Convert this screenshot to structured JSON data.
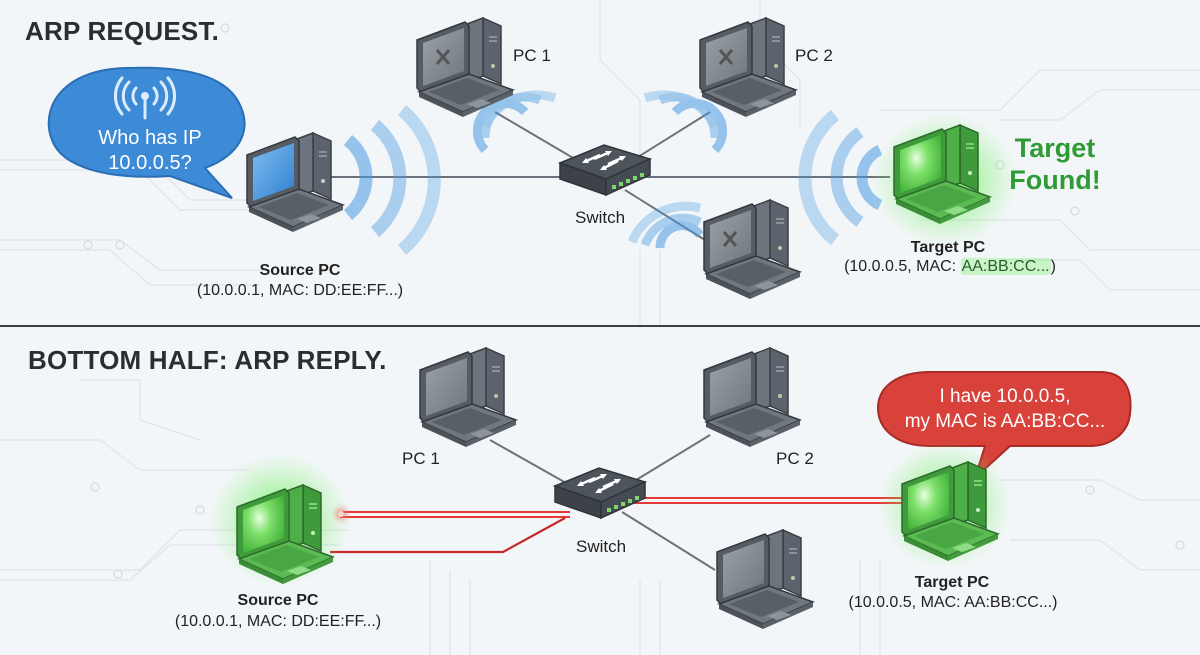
{
  "top_panel": {
    "title": "ARP REQUEST.",
    "speech_bubble": {
      "icon": "broadcast-antenna-icon",
      "line1": "Who has IP",
      "line2": "10.0.0.5?",
      "color": "#3d8ad6"
    },
    "source_pc": {
      "name": "Source PC",
      "detail": "(10.0.0.1, MAC: DD:EE:FF...)"
    },
    "pc1": {
      "name": "PC 1",
      "status": "rejected"
    },
    "pc2": {
      "name": "PC 2",
      "status": "rejected"
    },
    "pc3": {
      "status": "rejected"
    },
    "switch": {
      "name": "Switch"
    },
    "target_pc": {
      "name": "Target PC",
      "detail_prefix": "(10.0.0.5, MAC: ",
      "detail_mac": "AA:BB:CC...",
      "detail_suffix": ")"
    },
    "found_line1": "Target",
    "found_line2": "Found!",
    "found_color": "#2e9b34",
    "wave_color": "#4a9be0"
  },
  "bottom_panel": {
    "title": "BOTTOM HALF: ARP REPLY.",
    "speech_bubble": {
      "line1": "I have 10.0.0.5,",
      "line2": "my MAC is AA:BB:CC...",
      "color": "#d9413b"
    },
    "source_pc": {
      "name": "Source PC",
      "detail": "(10.0.0.1, MAC: DD:EE:FF...)"
    },
    "pc1": {
      "name": "PC 1"
    },
    "pc2": {
      "name": "PC 2"
    },
    "switch": {
      "name": "Switch"
    },
    "target_pc": {
      "name": "Target PC",
      "detail": "(10.0.0.5, MAC: AA:BB:CC...)"
    },
    "reply_link_color": "#e53935",
    "highlight_color": "#3fd83a"
  }
}
